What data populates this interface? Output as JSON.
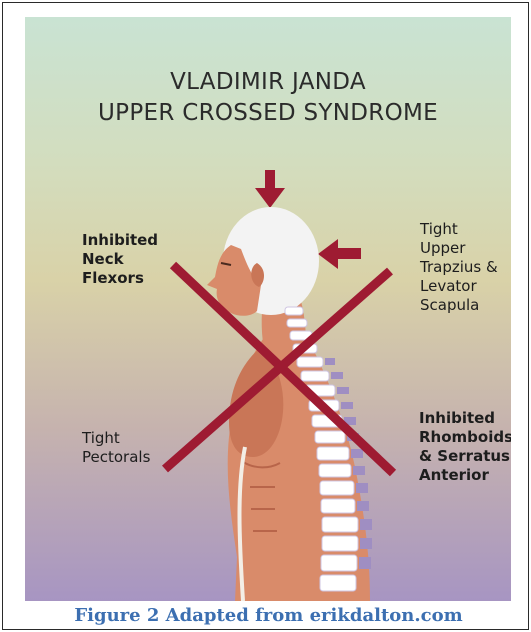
{
  "title": {
    "line1": "VLADIMIR JANDA",
    "line2": "UPPER CROSSED SYNDROME"
  },
  "labels": {
    "inhibited_neck": [
      "Inhibited",
      "Neck",
      "Flexors"
    ],
    "tight_trapezius": [
      "Tight",
      "Upper",
      "Trapzius &",
      "Levator",
      "Scapula"
    ],
    "tight_pectorals": [
      "Tight",
      "Pectorals"
    ],
    "inhibited_rhomboids": [
      "Inhibited",
      "Rhomboids",
      "& Serratus",
      "Anterior"
    ]
  },
  "caption": "Figure 2 Adapted from erikdalton.com",
  "colors": {
    "cross": "#9e1b32",
    "skin": "#d98b6a",
    "skin_shadow": "#b8654a",
    "head": "#f3f3f3",
    "vertebrae": "#9f8ec2",
    "caption": "#3c6fb1"
  }
}
